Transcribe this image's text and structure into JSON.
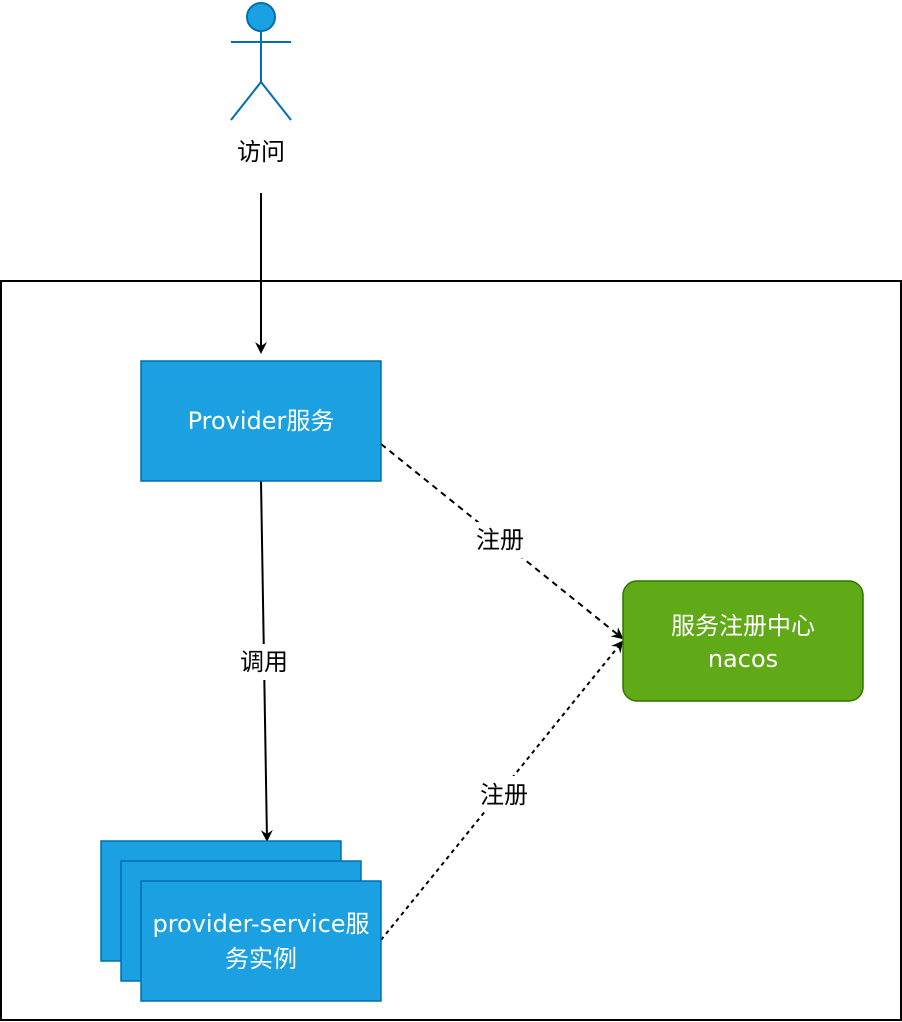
{
  "colors": {
    "service_fill": "#1BA1E2",
    "service_stroke": "#006EAF",
    "registry_fill": "#60A917",
    "registry_stroke": "#2D7600",
    "line": "#000000",
    "boundary": "#000000",
    "actor_fill": "#1BA1E2",
    "actor_stroke": "#006EAF",
    "node_text": "#ffffff"
  },
  "actor": {
    "label": "访问"
  },
  "nodes": {
    "provider": {
      "label": "Provider服务"
    },
    "registry": {
      "line1": "服务注册中心",
      "line2": "nacos"
    },
    "instances": {
      "line1": "provider-service服",
      "line2": "务实例"
    }
  },
  "edges": {
    "provider_to_instances": {
      "label": "调用"
    },
    "provider_to_registry": {
      "label": "注册"
    },
    "instances_to_registry": {
      "label": "注册"
    }
  }
}
